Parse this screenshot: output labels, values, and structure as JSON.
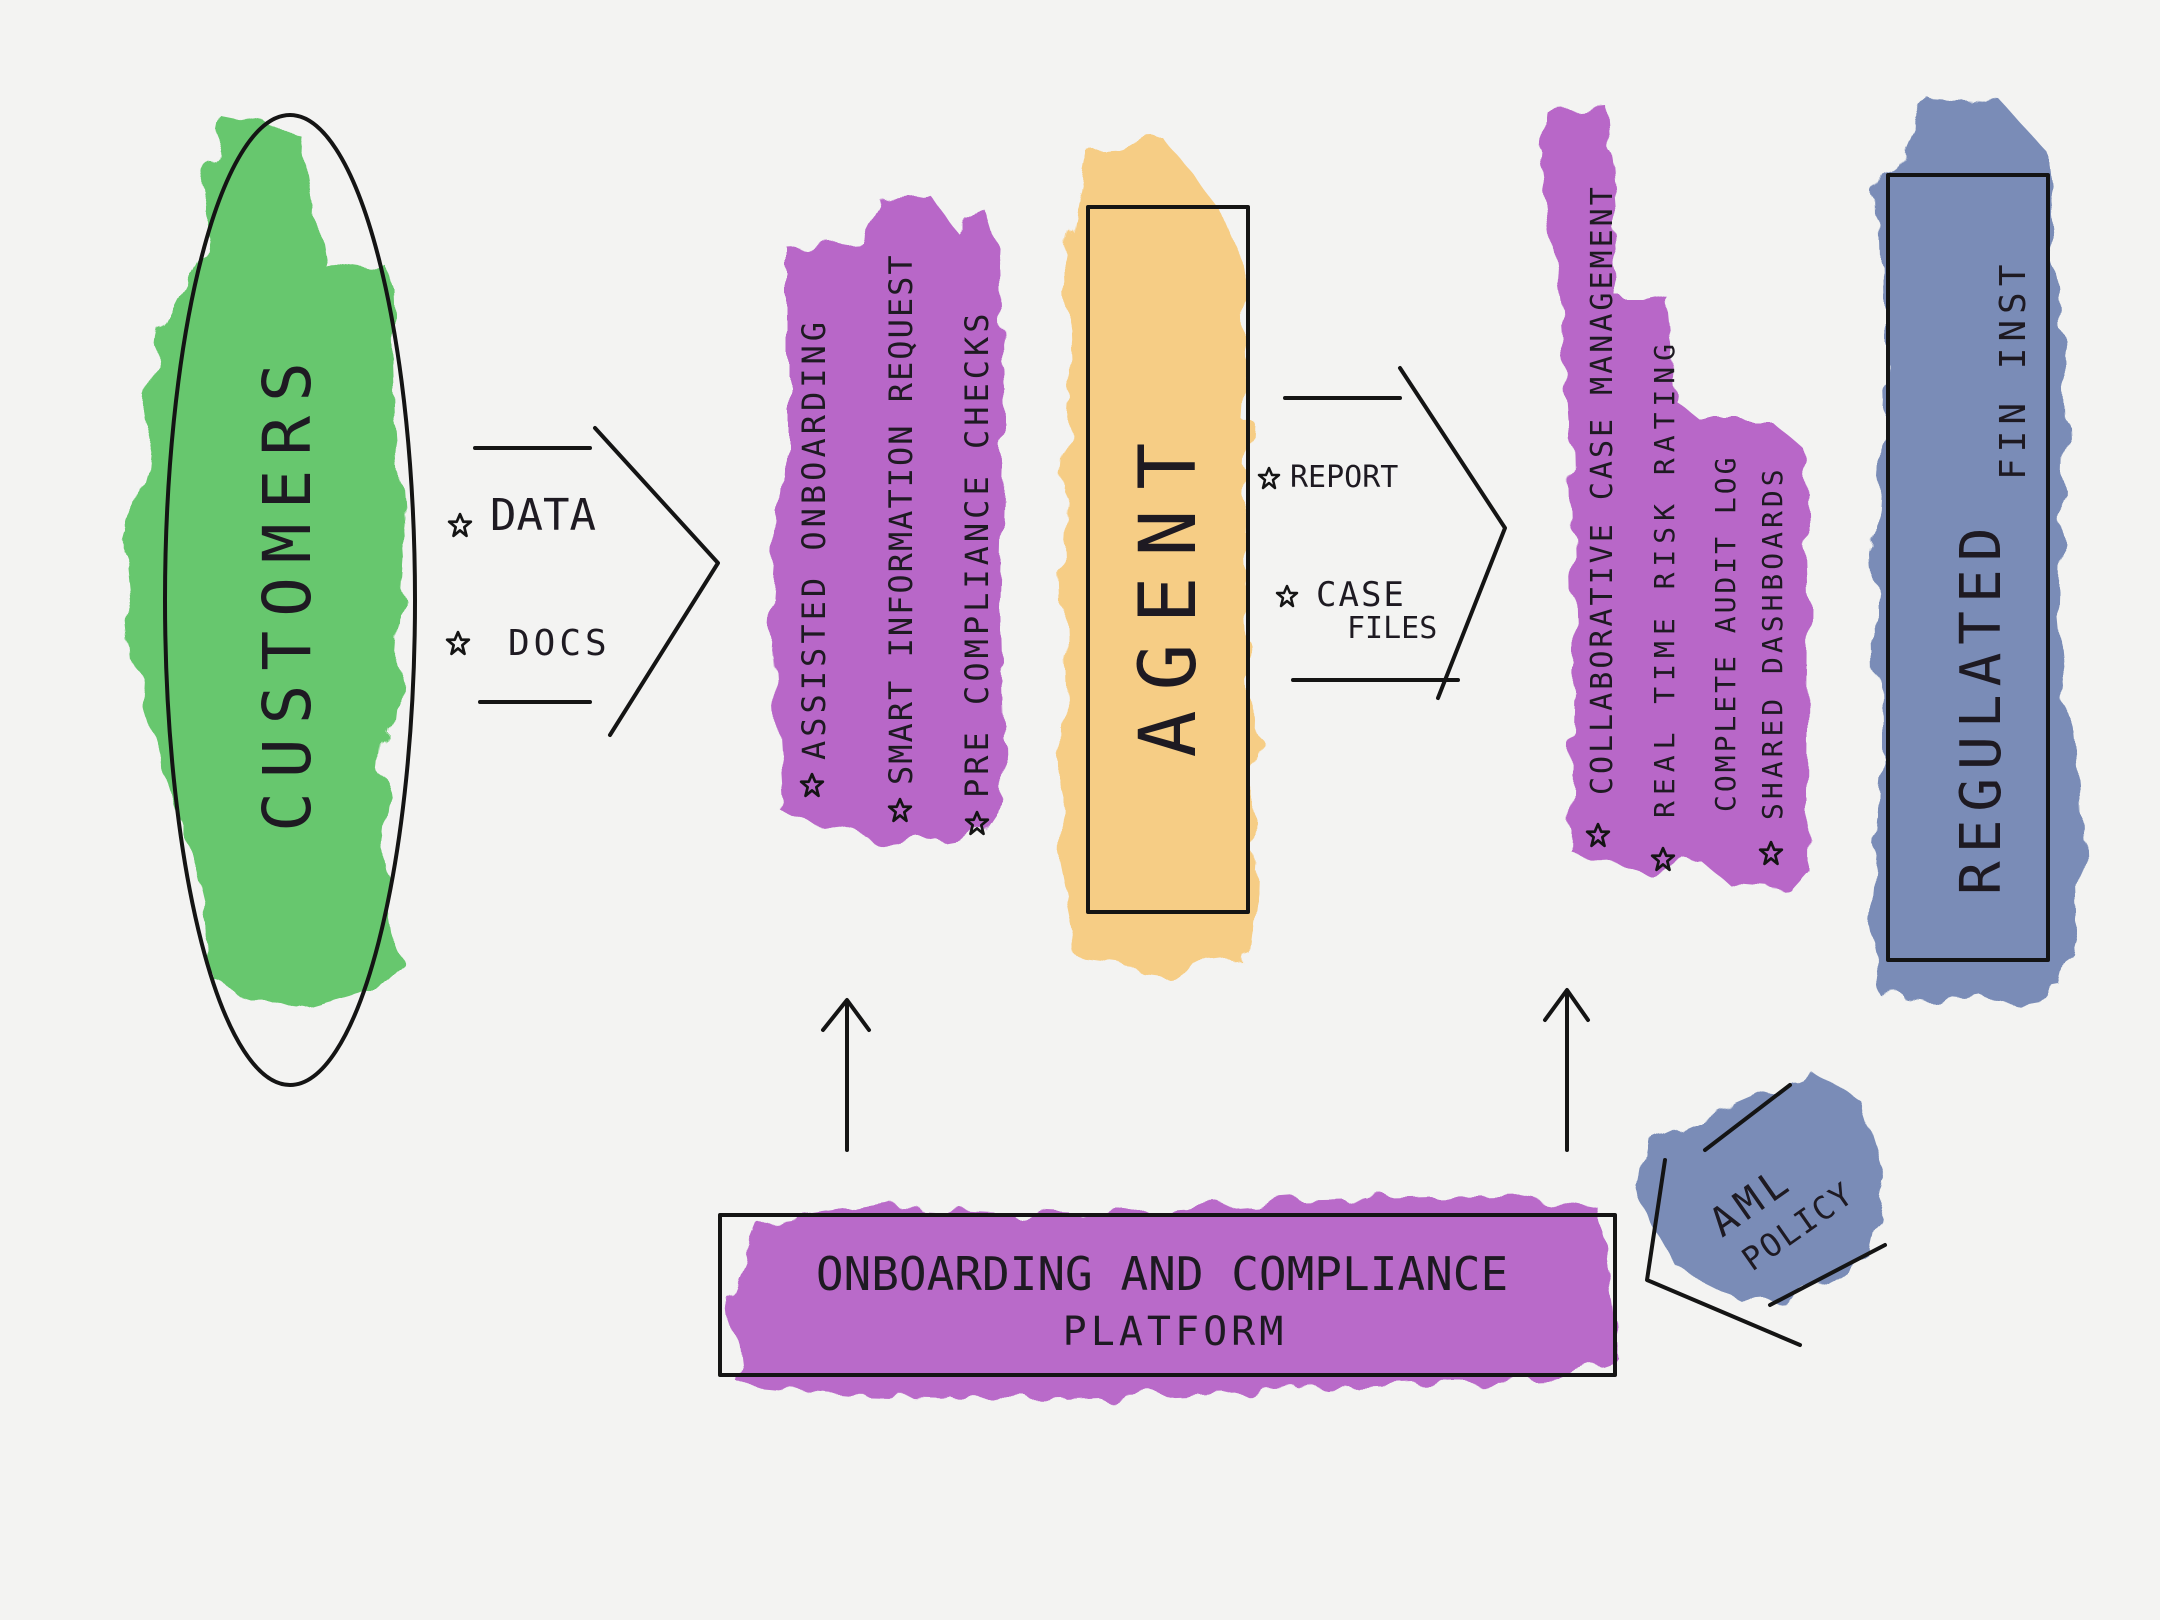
{
  "colors": {
    "background": "#f3f3f2",
    "customers": "#5cc463",
    "purple": "#b35cc5",
    "agent": "#f7c97a",
    "regulated": "#6f84b2",
    "ink": "#141414"
  },
  "customers": {
    "label": "CUSTOMERS"
  },
  "inputs": {
    "items": [
      "DATA",
      "DOCS"
    ]
  },
  "onboarding_features": [
    "ASSISTED ONBOARDING",
    "SMART INFORMATION REQUEST",
    "PRE COMPLIANCE CHECKS"
  ],
  "agent": {
    "label": "AGENT"
  },
  "outputs": {
    "report": "REPORT",
    "case_line1": "CASE",
    "case_line2": "FILES"
  },
  "management_features": [
    "COLLABORATIVE CASE MANAGEMENT",
    "REAL TIME RISK RATING",
    "COMPLETE AUDIT LOG",
    "SHARED DASHBOARDS"
  ],
  "regulated": {
    "line1": "REGULATED",
    "line2": "FIN INST"
  },
  "platform": {
    "line1": "ONBOARDING AND COMPLIANCE",
    "line2": "PLATFORM"
  },
  "policy": {
    "line1": "AML",
    "line2": "POLICY"
  },
  "icons": {
    "bullet": "star-bullet-icon",
    "arrow": "chevron-arrow-icon"
  }
}
